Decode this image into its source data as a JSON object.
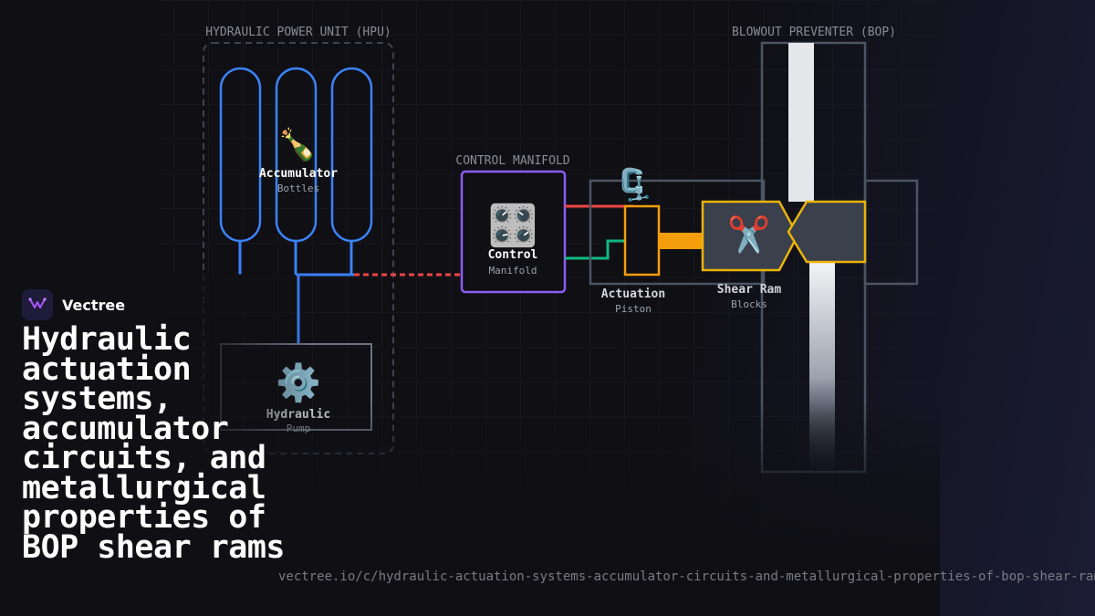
{
  "brand": {
    "name": "Vectree",
    "logo_icon": "vectree-logo-icon"
  },
  "headline": "Hydraulic actuation systems, accumulator circuits, and metallurgical properties of BOP shear rams",
  "url": "vectree.io/c/hydraulic-actuation-systems-accumulator-circuits-and-metallurgical-properties-of-bop-shear-rams",
  "diagram": {
    "sections": {
      "hpu": "HYDRAULIC POWER UNIT (HPU)",
      "manifold": "CONTROL MANIFOLD",
      "bop": "BLOWOUT PREVENTER (BOP)"
    },
    "accumulator": {
      "icon": "🍾",
      "title": "Accumulator",
      "subtitle": "Bottles"
    },
    "pump": {
      "icon": "⚙️",
      "title": "Hydraulic",
      "subtitle": "Pump"
    },
    "manifold": {
      "icon": "🎛️",
      "title": "Control",
      "subtitle": "Manifold"
    },
    "piston": {
      "icon": "🗜️",
      "title": "Actuation",
      "subtitle": "Piston"
    },
    "shear_ram": {
      "icon": "✂️",
      "title": "Shear Ram",
      "subtitle": "Blocks"
    }
  },
  "colors": {
    "background": "#0f0f14",
    "accumulator_stroke": "#3b82f6",
    "pressure_line": "#ef4444",
    "return_line": "#10b981",
    "manifold_stroke": "#8b5cf6",
    "piston_stroke": "#f59e0b",
    "ram_stroke": "#eab308",
    "ram_fill": "#3a404c",
    "frame_stroke": "#4b5563"
  }
}
